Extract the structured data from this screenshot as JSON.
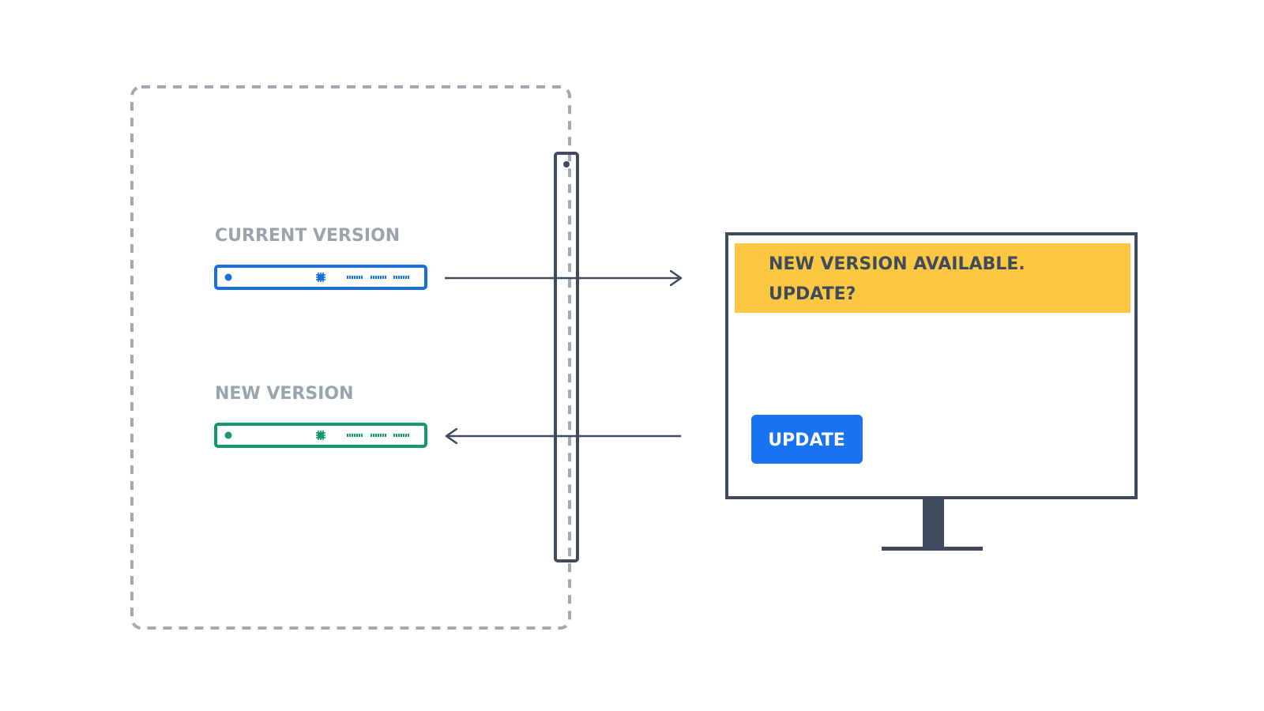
{
  "servers": {
    "current": {
      "label": "CURRENT VERSION",
      "color": "#1a6fe0"
    },
    "new": {
      "label": "NEW VERSION",
      "color": "#139a68"
    }
  },
  "monitor": {
    "banner": {
      "line1": "NEW VERSION AVAILABLE.",
      "line2": "UPDATE?",
      "color": "#fcc741"
    },
    "update_button": {
      "label": "UPDATE",
      "color": "#1a73f0"
    },
    "frame_color": "#3f4a5c"
  },
  "boundary": {
    "style": "dashed",
    "color": "#a3a8b1"
  }
}
